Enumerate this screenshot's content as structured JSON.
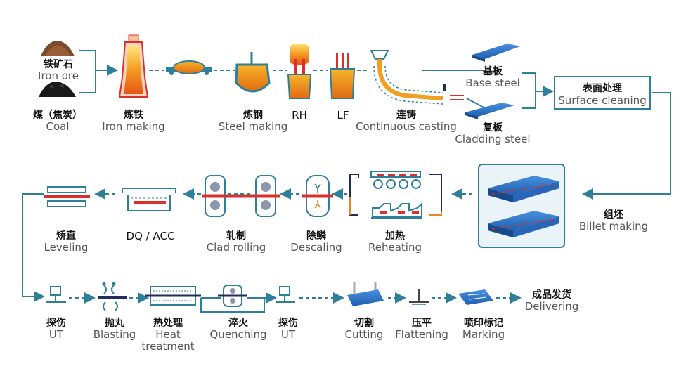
{
  "colors": {
    "line": "#2e7f9a",
    "steel_blue": "#2a72c8",
    "red": "#d9302c",
    "orange": "#e58a22",
    "navy": "#1f2f5c",
    "molten": "#f0a020"
  },
  "top_row": {
    "iron_ore": {
      "zh": "铁矿石",
      "en": "Iron ore"
    },
    "coal": {
      "zh": "煤（焦炭）",
      "en": "Coal"
    },
    "iron_making": {
      "zh": "炼铁",
      "en": "Iron making"
    },
    "steel_making": {
      "zh": "炼钢",
      "en": "Steel making"
    },
    "rh": {
      "zh": "RH",
      "en": ""
    },
    "lf": {
      "zh": "LF",
      "en": ""
    },
    "continuous_casting": {
      "zh": "连铸",
      "en": "Continuous casting"
    },
    "base_steel": {
      "zh": "基板",
      "en": "Base steel"
    },
    "cladding_steel": {
      "zh": "复板",
      "en": "Cladding steel"
    },
    "surface_cleaning": {
      "zh": "表面处理",
      "en": "Surface cleaning"
    }
  },
  "middle_row": {
    "billet_making": {
      "zh": "组坯",
      "en": "Billet making"
    },
    "reheating": {
      "zh": "加热",
      "en": "Reheating"
    },
    "descaling": {
      "zh": "除鳞",
      "en": "Descaling"
    },
    "clad_rolling": {
      "zh": "轧制",
      "en": "Clad rolling"
    },
    "dq_acc": {
      "zh": "DQ / ACC",
      "en": ""
    },
    "leveling": {
      "zh": "矫直",
      "en": "Leveling"
    }
  },
  "bottom_row": {
    "ut1": {
      "zh": "探伤",
      "en": "UT"
    },
    "blasting": {
      "zh": "抛丸",
      "en": "Blasting"
    },
    "heat_treatment": {
      "zh": "热处理",
      "en": "Heat",
      "en2": "treatment"
    },
    "quenching": {
      "zh": "淬火",
      "en": "Quenching"
    },
    "ut2": {
      "zh": "探伤",
      "en": "UT"
    },
    "cutting": {
      "zh": "切割",
      "en": "Cutting"
    },
    "flattening": {
      "zh": "压平",
      "en": "Flattening"
    },
    "marking": {
      "zh": "喷印标记",
      "en": "Marking"
    },
    "delivering": {
      "zh": "成品发货",
      "en": "Delivering"
    }
  }
}
